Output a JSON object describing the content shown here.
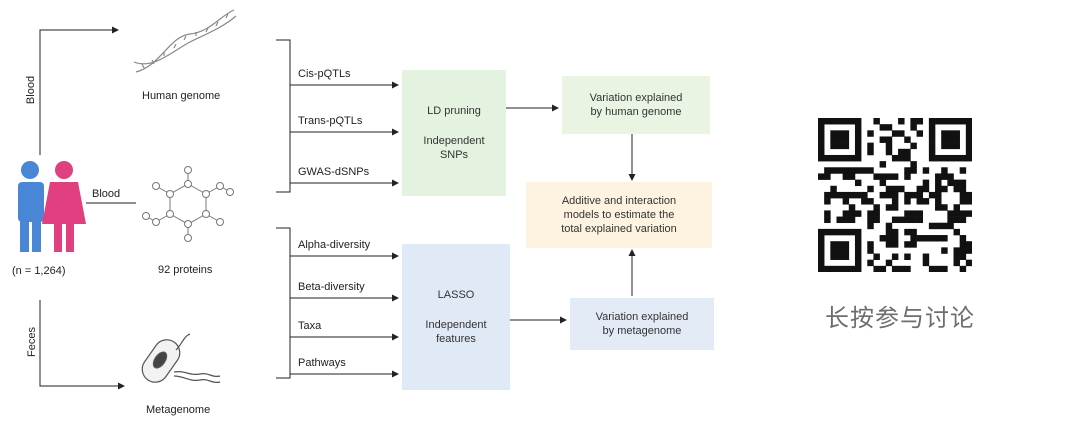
{
  "sources": {
    "human_genome": "Human genome",
    "proteins": "92 proteins",
    "metagenome": "Metagenome",
    "cohort_n": "(n = 1,264)",
    "blood_top": "Blood",
    "blood_mid": "Blood",
    "feces": "Feces"
  },
  "genome_features": [
    "Cis-pQTLs",
    "Trans-pQTLs",
    "GWAS-dSNPs"
  ],
  "meta_features": [
    "Alpha-diversity",
    "Beta-diversity",
    "Taxa",
    "Pathways"
  ],
  "ld_box": {
    "line1": "LD pruning",
    "line2": "Independent",
    "line3": "SNPs"
  },
  "lasso_box": {
    "line1": "LASSO",
    "line2": "Independent",
    "line3": "features"
  },
  "var_genome": {
    "line1": "Variation explained",
    "line2": "by human genome"
  },
  "var_meta": {
    "line1": "Variation explained",
    "line2": "by metagenome"
  },
  "model_box": {
    "line1": "Additive and interaction",
    "line2": "models to estimate the",
    "line3": "total explained variation"
  },
  "qr_caption": "长按参与讨论",
  "colors": {
    "ld_fill": "#e4f3df",
    "var_genome_fill": "#e9f5e2",
    "lasso_fill": "#e0e9f6",
    "var_meta_fill": "#e3ebf7",
    "model_fill": "#fdf3e0",
    "male": "#4a86d6",
    "female": "#e0407f"
  }
}
